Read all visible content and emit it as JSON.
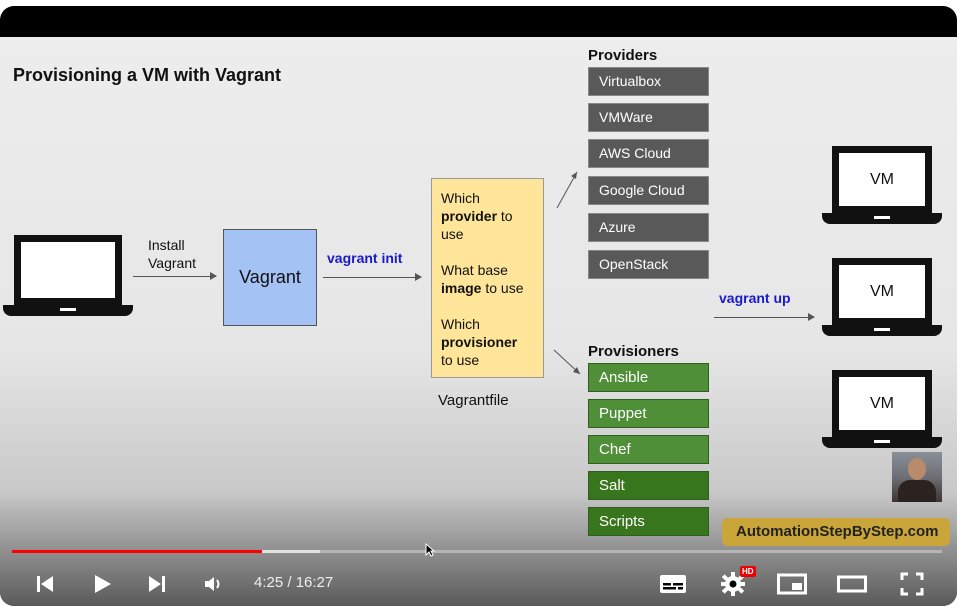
{
  "slide": {
    "title": "Provisioning a VM with Vagrant",
    "install_label": [
      "Install",
      "Vagrant"
    ],
    "vagrant_box": "Vagrant",
    "vagrant_init": "vagrant init",
    "vagrantfile": {
      "line1": "Which",
      "line1_bold": "provider",
      "line1_rest": " to use",
      "line2": "What base ",
      "line2_bold": "image",
      "line2_rest": " to use",
      "line3": "Which",
      "line3_bold": "provisioner",
      "line3_rest": "to use",
      "caption": "Vagrantfile"
    },
    "providers_title": "Providers",
    "providers": [
      "Virtualbox",
      "VMWare",
      "AWS Cloud",
      "Google Cloud",
      "Azure",
      "OpenStack"
    ],
    "provisioners_title": "Provisioners",
    "provisioners": [
      "Ansible",
      "Puppet",
      "Chef",
      "Salt",
      "Scripts"
    ],
    "vagrant_up": "vagrant up",
    "vm_label": "VM",
    "watermark": "AutomationStepByStep.com"
  },
  "player": {
    "time_current": "4:25",
    "time_total": "16:27",
    "time_display": "4:25 / 16:27",
    "hd_badge": "HD",
    "played_fraction": 0.269,
    "buffered_fraction": 0.331,
    "colors": {
      "progress": "#ff0000"
    },
    "icons": [
      "previous-icon",
      "play-icon",
      "next-icon",
      "volume-icon",
      "subtitles-icon",
      "settings-icon",
      "miniplayer-icon",
      "theater-icon",
      "fullscreen-icon"
    ]
  }
}
